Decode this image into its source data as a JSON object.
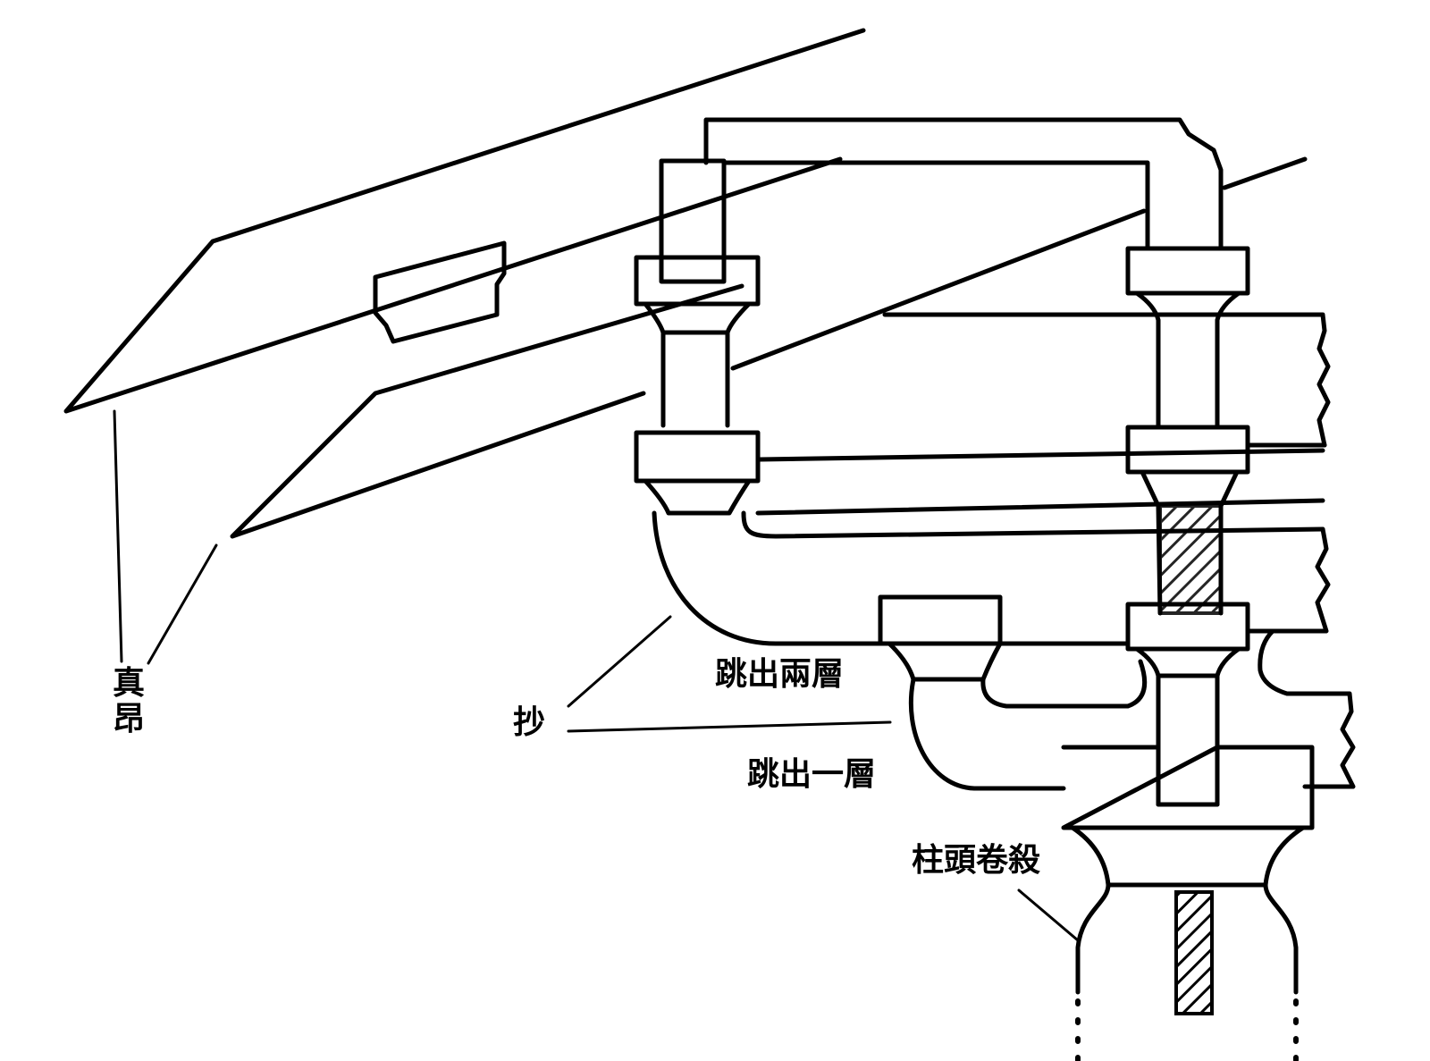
{
  "labels": {
    "zhen_ang_line1": "真",
    "zhen_ang_line2": "昂",
    "chao": "抄",
    "tiao_chu_liang_ceng": "跳出兩層",
    "tiao_chu_yi_ceng": "跳出一層",
    "zhu_tou_juan_sha": "柱頭卷殺"
  }
}
